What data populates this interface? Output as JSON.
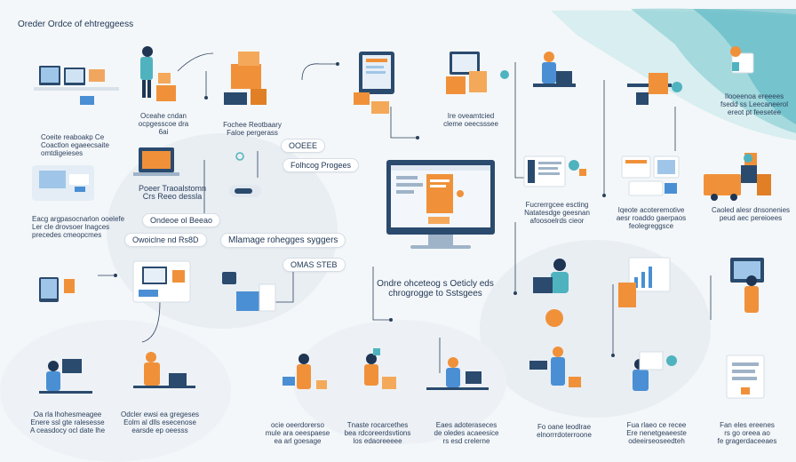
{
  "title": "Oreder Ordce of ehtreggeess",
  "colors": {
    "accent": "#f0913a",
    "navy": "#1e3554",
    "teal": "#4fb3bf",
    "blue": "#4a8fd4"
  },
  "labels": {
    "l_top1": "Oceahe cndan\nocpgesscoe dra\n6ai",
    "l_top2": "Fochee Reotbaary\nFaloe pergerass",
    "l_top3": "Ire oveamtcied\ncleme oeecsssee",
    "l_mid1": "Coeite reaboakp Ce\nCoactlon egaeecsaite\nomtdigeieses",
    "l_mid2": "Poeer Traoalstomn\nCrs Reeo dessla",
    "l_mid3": "Eacg argpasocnarlon ooelefe\nLer cle drovsoer lnagces\nprecedes cmeopcmes",
    "l_r1": "Fucrerrgcee escting\nNatatesdge geesnan\nafoosoelrds cieor",
    "l_r2": "Iqeote acoteremotive\naesr roaddo gaerpaos\nfeolegreggsce",
    "l_r3": "Caoled alesr dnsonenies\npeud aec pereioees",
    "l_b1": "Oa rla lhohesmeagee\nEnere ssl gte ralesesse\nA ceasdocy ocl date lhe",
    "l_b2": "Odcler ewsi ea gregeses\nEolm al dlls esecenose\nearsde ep oeesss",
    "l_b3": "ocie oeerdorerso\nmule ara oeespaese\nea arl goesage",
    "l_b4": "Tnaste rocarcethes\nbea rdcoreerdsvtions\nlos edaoreeeee",
    "l_b5": "Eaes adoteraseces\nde oledes acaeesice\nrs esd crelerne",
    "l_b6": "Fo oane leodlrae\nelnorrrdoterroone",
    "l_b7": "Fua rlaeo ce recee\nEre nenetgeaeeste\nodeeirseoseedteh",
    "l_b8": "Fan eles ereenes\nrs go oreea ao\nfe gragerdaceeaes",
    "l_tr": "Ilooeenoa ereeees\nfsedd ss Leecaneerol\nereot pt feesetee"
  },
  "chips": {
    "c1": "OOEEE",
    "c2": "Folhcog Progees",
    "c3": "Ondeoe ol Beeao",
    "c4": "Owoiclne nd Rs8D",
    "c5": "Mlamage rohegges syggers",
    "c6": "OMAS STEB",
    "c7": "Ondre ohceteog s Oeticly eds\nchrogrogge to Sstsgees"
  },
  "icons": [
    "gear-icon",
    "chart-icon",
    "package-icon",
    "monitor-icon",
    "person-icon",
    "truck-icon"
  ]
}
